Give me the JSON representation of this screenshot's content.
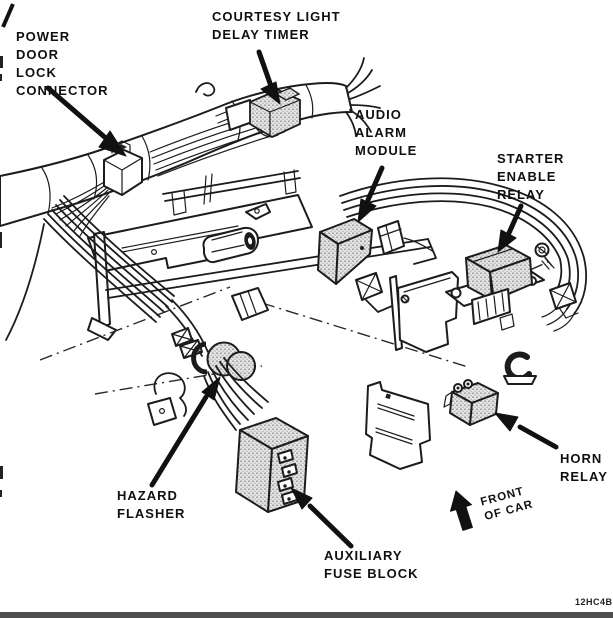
{
  "figure": {
    "description": "Exploded line-art illustration of instrument panel wiring harness components",
    "code": "12HC4B",
    "front_of_car": "FRONT\nOF CAR"
  },
  "callouts": [
    {
      "id": "power-door-lock-connector",
      "text": "POWER\nDOOR\nLOCK\nCONNECTOR"
    },
    {
      "id": "courtesy-light-delay-timer",
      "text": "COURTESY LIGHT\nDELAY TIMER"
    },
    {
      "id": "audio-alarm-module",
      "text": "AUDIO\nALARM\nMODULE"
    },
    {
      "id": "starter-enable-relay",
      "text": "STARTER\nENABLE\nRELAY"
    },
    {
      "id": "hazard-flasher",
      "text": "HAZARD\nFLASHER"
    },
    {
      "id": "auxiliary-fuse-block",
      "text": "AUXILIARY\nFUSE BLOCK"
    },
    {
      "id": "horn-relay",
      "text": "HORN\nRELAY"
    }
  ]
}
